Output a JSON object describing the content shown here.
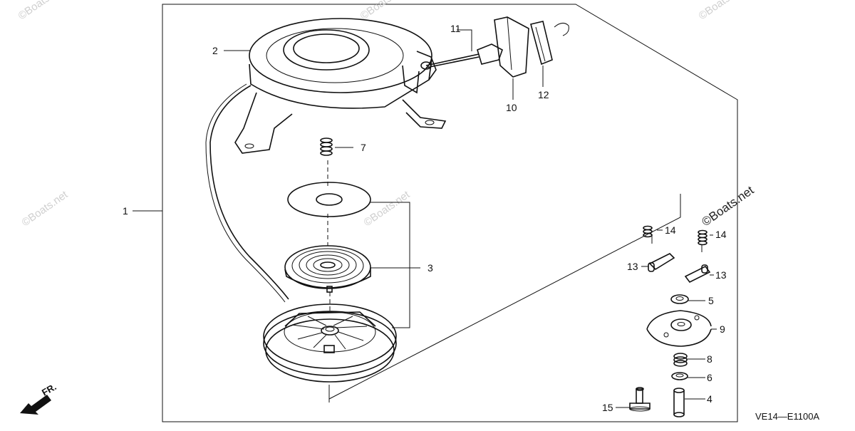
{
  "diagram": {
    "drawing_code": "VE14—E1100A",
    "front_marker": "FR.",
    "watermark": "©Boats.net",
    "callouts": {
      "c1": "1",
      "c2": "2",
      "c3": "3",
      "c4": "4",
      "c5": "5",
      "c6": "6",
      "c7": "7",
      "c8": "8",
      "c9": "9",
      "c10": "10",
      "c11": "11",
      "c12": "12",
      "c13a": "13",
      "c13b": "13",
      "c14a": "14",
      "c14b": "14",
      "c15": "15"
    }
  }
}
